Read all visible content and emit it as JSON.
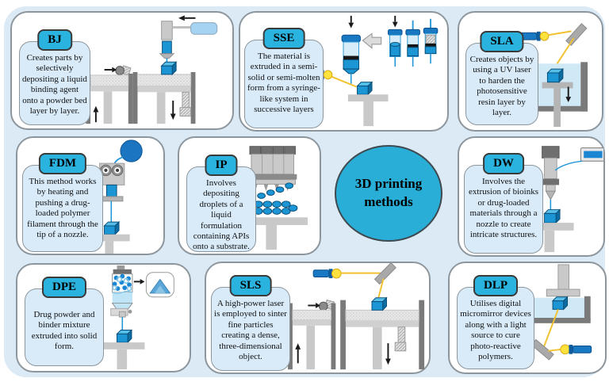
{
  "center": {
    "title": "3D printing methods"
  },
  "panels": [
    {
      "id": "bj",
      "label": "BJ",
      "description": "Creates parts by selectively depositing a liquid binding agent onto a powder bed layer by layer.",
      "illustration": "binder-jetting-machine"
    },
    {
      "id": "sse",
      "label": "SSE",
      "description": "The material is extruded in a semi-solid or semi-molten form from a syringe-like system in successive layers",
      "illustration": "semi-solid-extrusion-syringes"
    },
    {
      "id": "sla",
      "label": "SLA",
      "description": "Creates objects by using a UV laser to harden the photosensitive resin layer by layer.",
      "illustration": "stereolithography-laser-vat"
    },
    {
      "id": "fdm",
      "label": "FDM",
      "description": "This method works by heating and pushing a drug-loaded polymer filament through the tip of a nozzle.",
      "illustration": "fused-deposition-extruder"
    },
    {
      "id": "ip",
      "label": "IP",
      "description": "Involves depositing droplets of a liquid formulation containing APIs onto a substrate.",
      "illustration": "inkjet-printhead-droplets"
    },
    {
      "id": "dw",
      "label": "DW",
      "description": "Involves the extrusion of bioinks or drug-loaded materials through a nozzle to create intricate structures.",
      "illustration": "direct-write-nozzle"
    },
    {
      "id": "dpe",
      "label": "DPE",
      "description": "Drug powder and binder mixture extruded into solid form.",
      "illustration": "drug-powder-extrusion-bottle"
    },
    {
      "id": "sls",
      "label": "SLS",
      "description": "A high-power laser is employed to sinter fine particles creating a dense, three-dimensional object.",
      "illustration": "selective-laser-sintering-bed"
    },
    {
      "id": "dlp",
      "label": "DLP",
      "description": "Utilises digital micromirror devices along with a light source to cure photo-reactive polymers.",
      "illustration": "digital-light-processing-vat"
    }
  ],
  "colors": {
    "frame": "#dceaf6",
    "panel_bg": "#ffffff",
    "textbox": "#d9ebf9",
    "badge": "#2bb3e0",
    "circle": "#29aed8",
    "cube": "#1b95d3",
    "beam": "#f2c12e",
    "machine_gray": "#c9c9c9"
  }
}
